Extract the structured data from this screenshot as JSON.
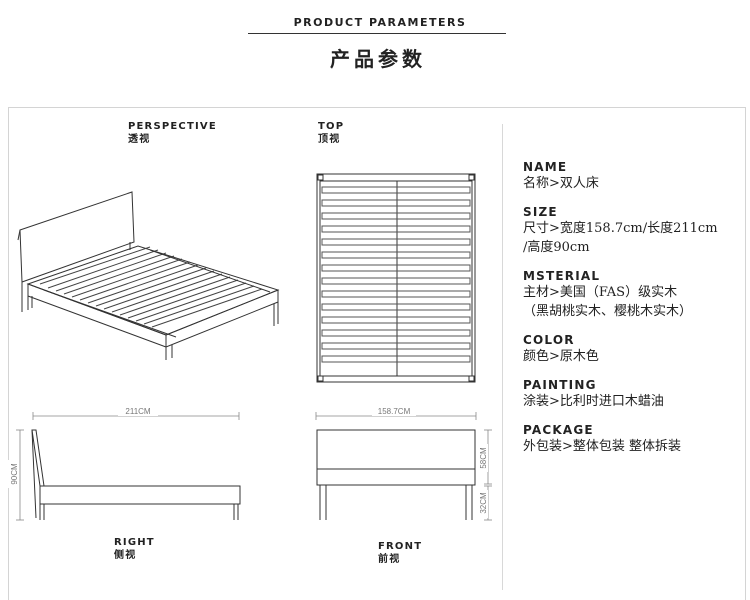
{
  "header": {
    "title": "PRODUCT PARAMETERS",
    "subtitle": "产品参数"
  },
  "views": {
    "perspective": {
      "en": "PERSPECTIVE",
      "zh": "透视"
    },
    "top": {
      "en": "TOP",
      "zh": "顶视"
    },
    "right": {
      "en": "RIGHT",
      "zh": "侧视"
    },
    "front": {
      "en": "FRONT",
      "zh": "前视"
    }
  },
  "dimensions": {
    "length": "211CM",
    "width": "158.7CM",
    "height": "90CM",
    "headboard": "58CM",
    "leg": "32CM"
  },
  "specs": [
    {
      "name": "NAME",
      "lines": [
        "名称>双人床"
      ]
    },
    {
      "name": "SIZE",
      "lines": [
        "尺寸>宽度158.7cm/长度211cm",
        "/高度90cm"
      ]
    },
    {
      "name": "MSTERIAL",
      "lines": [
        "主材>美国（FAS）级实木",
        "（黑胡桃实木、樱桃木实木）"
      ]
    },
    {
      "name": "COLOR",
      "lines": [
        "颜色>原木色"
      ]
    },
    {
      "name": "PAINTING",
      "lines": [
        "涂装>比利时进口木蜡油"
      ]
    },
    {
      "name": "PACKAGE",
      "lines": [
        "外包装>整体包装  整体拆装"
      ]
    }
  ]
}
